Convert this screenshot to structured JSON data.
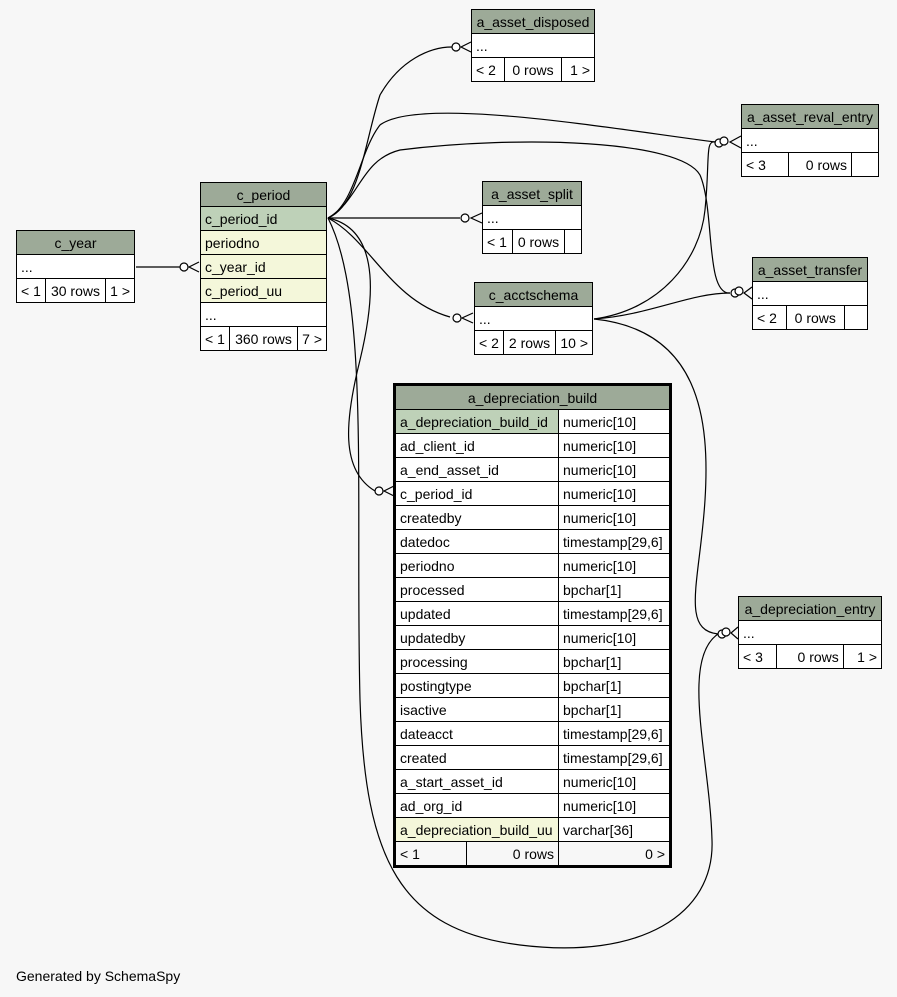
{
  "footer": "Generated by SchemaSpy",
  "tables": {
    "a_asset_disposed": {
      "name": "a_asset_disposed",
      "ellipsis": "...",
      "children": "< 2",
      "rows": "0 rows",
      "parents": "1 >"
    },
    "a_asset_reval_entry": {
      "name": "a_asset_reval_entry",
      "ellipsis": "...",
      "children": "< 3",
      "rows": "0 rows",
      "parents": ""
    },
    "c_period": {
      "name": "c_period",
      "columns": [
        "c_period_id",
        "periodno",
        "c_year_id",
        "c_period_uu"
      ],
      "ellipsis": "...",
      "children": "< 1",
      "rows": "360 rows",
      "parents": "7 >"
    },
    "a_asset_split": {
      "name": "a_asset_split",
      "ellipsis": "...",
      "children": "< 1",
      "rows": "0 rows",
      "parents": ""
    },
    "c_year": {
      "name": "c_year",
      "ellipsis": "...",
      "children": "< 1",
      "rows": "30 rows",
      "parents": "1 >"
    },
    "a_asset_transfer": {
      "name": "a_asset_transfer",
      "ellipsis": "...",
      "children": "< 2",
      "rows": "0 rows",
      "parents": ""
    },
    "c_acctschema": {
      "name": "c_acctschema",
      "ellipsis": "...",
      "children": "< 2",
      "rows": "2 rows",
      "parents": "10 >"
    },
    "a_depreciation_entry": {
      "name": "a_depreciation_entry",
      "ellipsis": "...",
      "children": "< 3",
      "rows": "0 rows",
      "parents": "1 >"
    },
    "a_depreciation_build": {
      "name": "a_depreciation_build",
      "columns": [
        {
          "name": "a_depreciation_build_id",
          "type": "numeric[10]"
        },
        {
          "name": "ad_client_id",
          "type": "numeric[10]"
        },
        {
          "name": "a_end_asset_id",
          "type": "numeric[10]"
        },
        {
          "name": "c_period_id",
          "type": "numeric[10]"
        },
        {
          "name": "createdby",
          "type": "numeric[10]"
        },
        {
          "name": "datedoc",
          "type": "timestamp[29,6]"
        },
        {
          "name": "periodno",
          "type": "numeric[10]"
        },
        {
          "name": "processed",
          "type": "bpchar[1]"
        },
        {
          "name": "updated",
          "type": "timestamp[29,6]"
        },
        {
          "name": "updatedby",
          "type": "numeric[10]"
        },
        {
          "name": "processing",
          "type": "bpchar[1]"
        },
        {
          "name": "postingtype",
          "type": "bpchar[1]"
        },
        {
          "name": "isactive",
          "type": "bpchar[1]"
        },
        {
          "name": "dateacct",
          "type": "timestamp[29,6]"
        },
        {
          "name": "created",
          "type": "timestamp[29,6]"
        },
        {
          "name": "a_start_asset_id",
          "type": "numeric[10]"
        },
        {
          "name": "ad_org_id",
          "type": "numeric[10]"
        },
        {
          "name": "a_depreciation_build_uu",
          "type": "varchar[36]"
        }
      ],
      "children": "< 1",
      "rows": "0 rows",
      "parents": "0 >"
    }
  },
  "colors": {
    "header": "#9daa98",
    "primary_key": "#bed1b8",
    "foreign_key": "#f4f7da",
    "background": "#f7f7f7"
  }
}
